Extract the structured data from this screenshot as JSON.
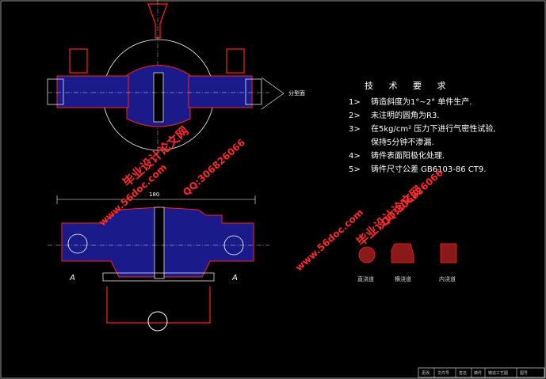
{
  "tech_requirements": {
    "title": "技 术 要 求",
    "items": [
      {
        "num": "1>",
        "text": "铸造斜度为1°~2°  单件生产."
      },
      {
        "num": "2>",
        "text": "未注明的圆角为R3."
      },
      {
        "num": "3>",
        "text": "在5kg/cm² 压力下进行气密性试验,"
      },
      {
        "num": "",
        "text": "保持5分钟不渗漏."
      },
      {
        "num": "4>",
        "text": "铸件表面阳极化处理."
      },
      {
        "num": "5>",
        "text": "铸件尺寸公差 GB6103-86  CT9."
      }
    ]
  },
  "section_labels": {
    "left_a": "A",
    "right_a": "A",
    "parting_line": "分型面"
  },
  "dimension": "180",
  "legend": [
    {
      "caption": "直浇道"
    },
    {
      "caption": "横浇道"
    },
    {
      "caption": "内浇道"
    }
  ],
  "watermarks": [
    {
      "text": "毕业设计论文网",
      "color": "#ff2020"
    },
    {
      "text": "www.56doc.com",
      "color": "#ff2020"
    },
    {
      "text": "QQ:306826066",
      "color": "#ff2020"
    }
  ],
  "title_block": {
    "cells": [
      "更改",
      "文件号",
      "签名",
      "铸件",
      "铸造工艺图",
      "图号"
    ]
  },
  "colors": {
    "background": "#000000",
    "outline": "#ff2020",
    "fill": "#1a1a8a",
    "centerline": "#ffffff"
  }
}
